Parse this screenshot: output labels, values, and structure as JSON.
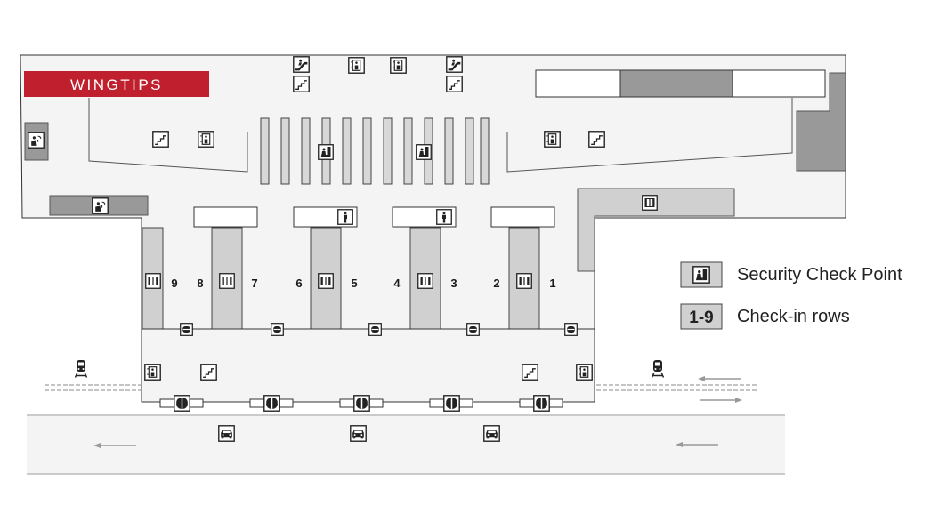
{
  "brand": {
    "label": "WINGTIPS",
    "color": "#c0202e"
  },
  "colors": {
    "floor": "#f4f4f4",
    "outline": "#333333",
    "dark_zone": "#999999",
    "light_zone": "#d0d0d0",
    "mid_zone": "#bdbdbd",
    "road": "#f4f4f4",
    "arrow": "#999999"
  },
  "check_in_row_numbers": [
    "9",
    "8",
    "7",
    "6",
    "5",
    "4",
    "3",
    "2",
    "1"
  ],
  "legend": {
    "items": [
      {
        "icon": "security-check-icon",
        "key": "",
        "label": "Security Check Point"
      },
      {
        "icon": "",
        "key": "1-9",
        "label": "Check-in rows"
      }
    ]
  },
  "icons": {
    "elevator": "elevator-icon",
    "escalator": "escalator-icon",
    "stairs": "stairs-icon",
    "restroom": "restroom-icon",
    "security": "security-check-icon",
    "information": "information-icon",
    "lounge": "lounge-icon",
    "door": "door-icon",
    "gate": "gate-icon",
    "train": "train-icon",
    "bus": "bus-icon"
  }
}
